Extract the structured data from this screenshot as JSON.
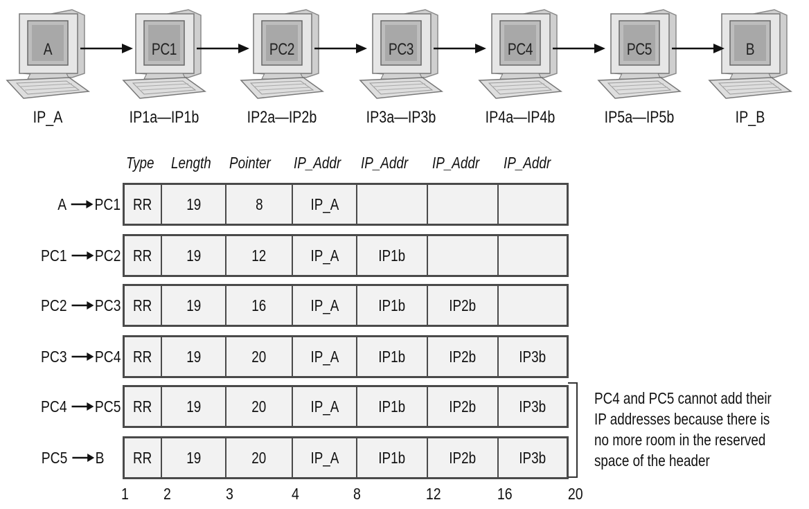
{
  "nodes": [
    {
      "screen": "A",
      "ip": "IP_A"
    },
    {
      "screen": "PC1",
      "ip": "IP1a—IP1b"
    },
    {
      "screen": "PC2",
      "ip": "IP2a—IP2b"
    },
    {
      "screen": "PC3",
      "ip": "IP3a—IP3b"
    },
    {
      "screen": "PC4",
      "ip": "IP4a—IP4b"
    },
    {
      "screen": "PC5",
      "ip": "IP5a—IP5b"
    },
    {
      "screen": "B",
      "ip": "IP_B"
    }
  ],
  "columns": [
    "Type",
    "Length",
    "Pointer",
    "IP_Addr",
    "IP_Addr",
    "IP_Addr",
    "IP_Addr"
  ],
  "rows": [
    {
      "from": "A",
      "to": "PC1",
      "cells": [
        "RR",
        "19",
        "8",
        "IP_A",
        "",
        "",
        ""
      ]
    },
    {
      "from": "PC1",
      "to": "PC2",
      "cells": [
        "RR",
        "19",
        "12",
        "IP_A",
        "IP1b",
        "",
        ""
      ]
    },
    {
      "from": "PC2",
      "to": "PC3",
      "cells": [
        "RR",
        "19",
        "16",
        "IP_A",
        "IP1b",
        "IP2b",
        ""
      ]
    },
    {
      "from": "PC3",
      "to": "PC4",
      "cells": [
        "RR",
        "19",
        "20",
        "IP_A",
        "IP1b",
        "IP2b",
        "IP3b"
      ]
    },
    {
      "from": "PC4",
      "to": "PC5",
      "cells": [
        "RR",
        "19",
        "20",
        "IP_A",
        "IP1b",
        "IP2b",
        "IP3b"
      ]
    },
    {
      "from": "PC5",
      "to": "B",
      "cells": [
        "RR",
        "19",
        "20",
        "IP_A",
        "IP1b",
        "IP2b",
        "IP3b"
      ]
    }
  ],
  "note": [
    "PC4 and PC5 cannot add their",
    "IP addresses because there is",
    "no more room in the reserved",
    "space of the header"
  ],
  "offsets": [
    "1",
    "2",
    "3",
    "4",
    "8",
    "12",
    "16",
    "20"
  ]
}
